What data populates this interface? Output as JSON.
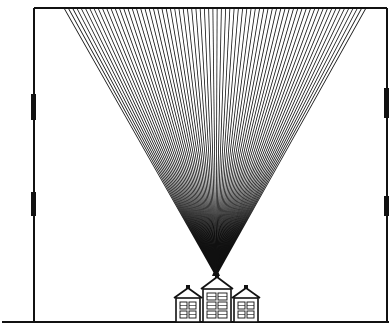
{
  "diagram": {
    "ink_color": "#111111",
    "background_color": "#ffffff",
    "fan": {
      "ray_count": 72
    },
    "buildings": [
      {
        "name": "left-house",
        "window_rows": 2,
        "window_cols": 2
      },
      {
        "name": "center-house",
        "window_rows": 3,
        "window_cols": 2
      },
      {
        "name": "right-house",
        "window_rows": 2,
        "window_cols": 2
      }
    ]
  }
}
